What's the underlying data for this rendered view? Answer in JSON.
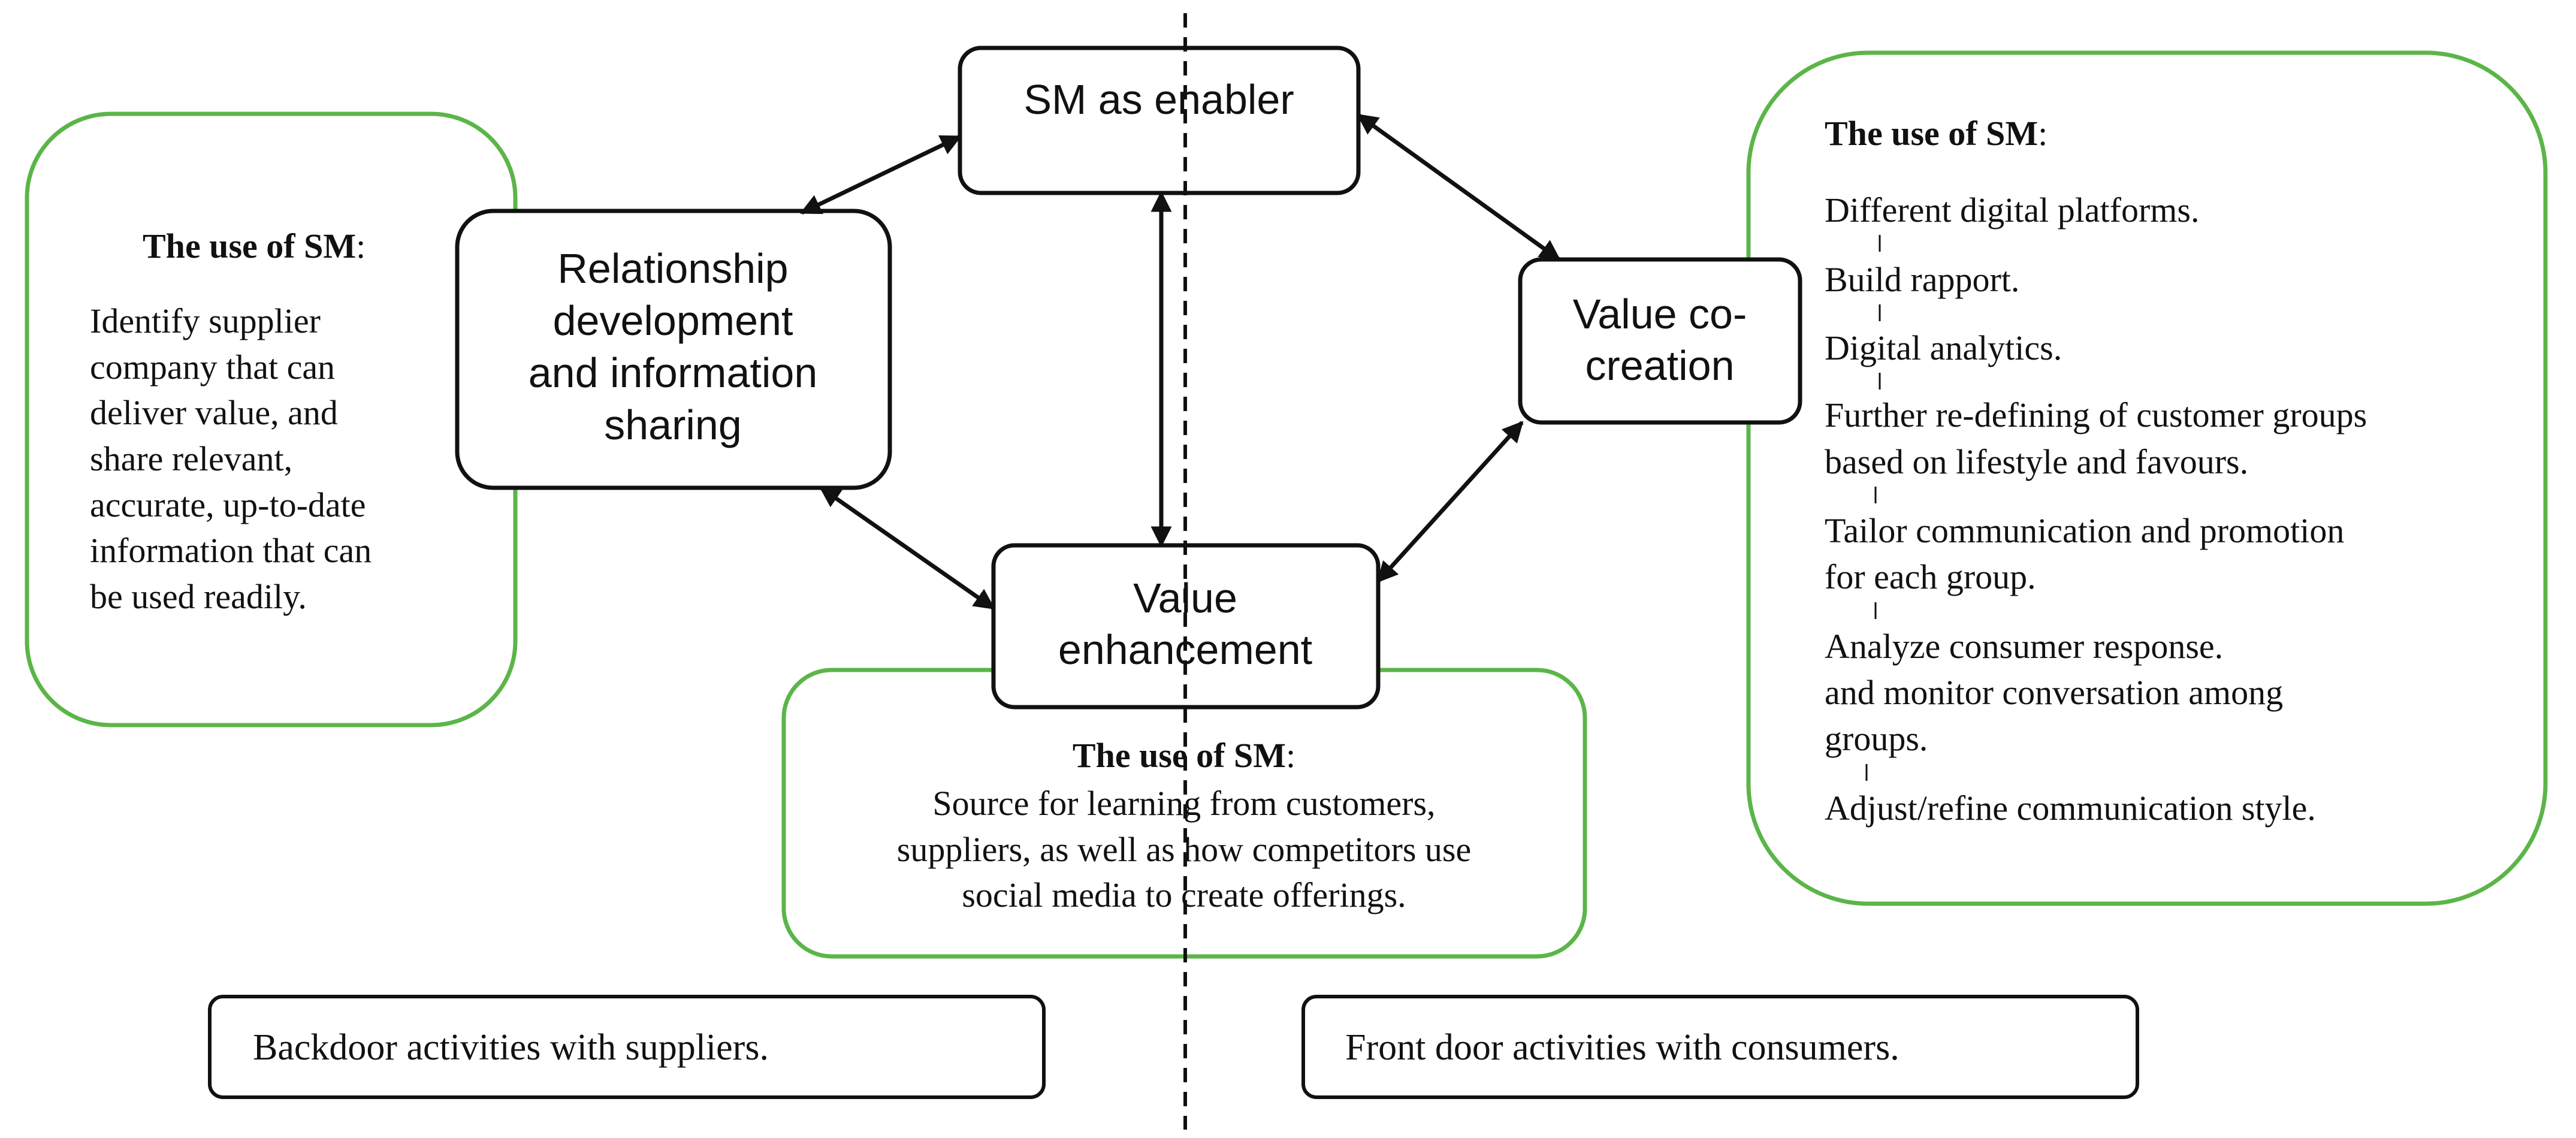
{
  "colors": {
    "ink": "#111111",
    "green_border": "#5bb548",
    "background": "#ffffff"
  },
  "nodes": {
    "sm_enabler": {
      "label": "SM as enabler"
    },
    "relationship": {
      "lines": [
        "Relationship",
        "development",
        "and information",
        "sharing"
      ]
    },
    "value_cocreation": {
      "lines": [
        "Value co-",
        "creation"
      ]
    },
    "value_enhancement": {
      "lines": [
        "Value",
        "enhancement"
      ]
    }
  },
  "panels": {
    "left": {
      "heading": "The use of SM",
      "colon": ":",
      "lines": [
        "Identify supplier",
        "company that can",
        "deliver value, and",
        "share relevant,",
        "accurate, up-to-date",
        "information that can",
        "be used readily."
      ]
    },
    "middle": {
      "heading": "The use of SM",
      "colon": ":",
      "lines": [
        "Source for learning from customers,",
        "suppliers, as well as how competitors use",
        "social media to create offerings."
      ]
    },
    "right": {
      "heading": "The use of SM",
      "colon": ":",
      "lines": [
        "Different digital platforms.",
        "Build rapport.",
        "Digital analytics.",
        "Further re-defining of customer groups",
        "based on lifestyle and favours.",
        "Tailor communication and promotion",
        "for each group.",
        "Analyze consumer response.",
        "and monitor conversation among",
        "groups.",
        "Adjust/refine communication style."
      ]
    }
  },
  "footer": {
    "backdoor": "Backdoor activities with suppliers.",
    "frontdoor": "Front door activities with consumers."
  }
}
